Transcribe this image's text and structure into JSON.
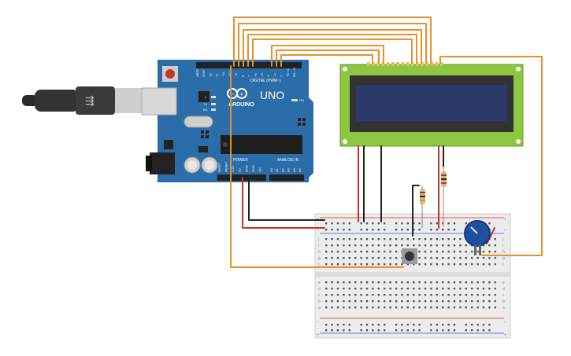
{
  "arduino": {
    "brand": "ARDUINO",
    "model": "UNO",
    "digital_header": "DIGITAL (PWM~)",
    "power_header": "POWER",
    "analog_header": "ANALOG IN",
    "tx_label": "TX",
    "rx_label": "RX",
    "l_label": "L",
    "on_label": "ON",
    "digital_pins": [
      "AREF",
      "GND",
      "13",
      "12",
      "~11",
      "~10",
      "~9",
      "8",
      "7",
      "~6",
      "~5",
      "4",
      "~3",
      "2",
      "TX➝1",
      "RX←0"
    ],
    "power_pins": [
      "IOREF",
      "RESET",
      "3.3V",
      "5V",
      "GND",
      "GND",
      "Vin"
    ],
    "analog_pins": [
      "A0",
      "A1",
      "A2",
      "A3",
      "A4",
      "A5"
    ]
  },
  "breadboard": {
    "plus": "+",
    "minus": "-",
    "rows_top": [
      "j",
      "i",
      "h",
      "g",
      "f"
    ],
    "rows_bottom": [
      "e",
      "d",
      "c",
      "b",
      "a"
    ]
  },
  "colors": {
    "board": "#2a6da8",
    "board_dark": "#1d5a8f",
    "wire_orange": "#e8902a",
    "wire_red": "#d42a2a",
    "wire_black": "#222222",
    "lcd_green": "#8dc63f",
    "lcd_screen": "#2b3a6b",
    "breadboard": "#ececec",
    "pot_blue": "#1f4fa0"
  },
  "icons": [
    "usb-cable-icon",
    "power-jack-icon",
    "potentiometer-icon",
    "pushbutton-icon",
    "resistor-icon"
  ]
}
